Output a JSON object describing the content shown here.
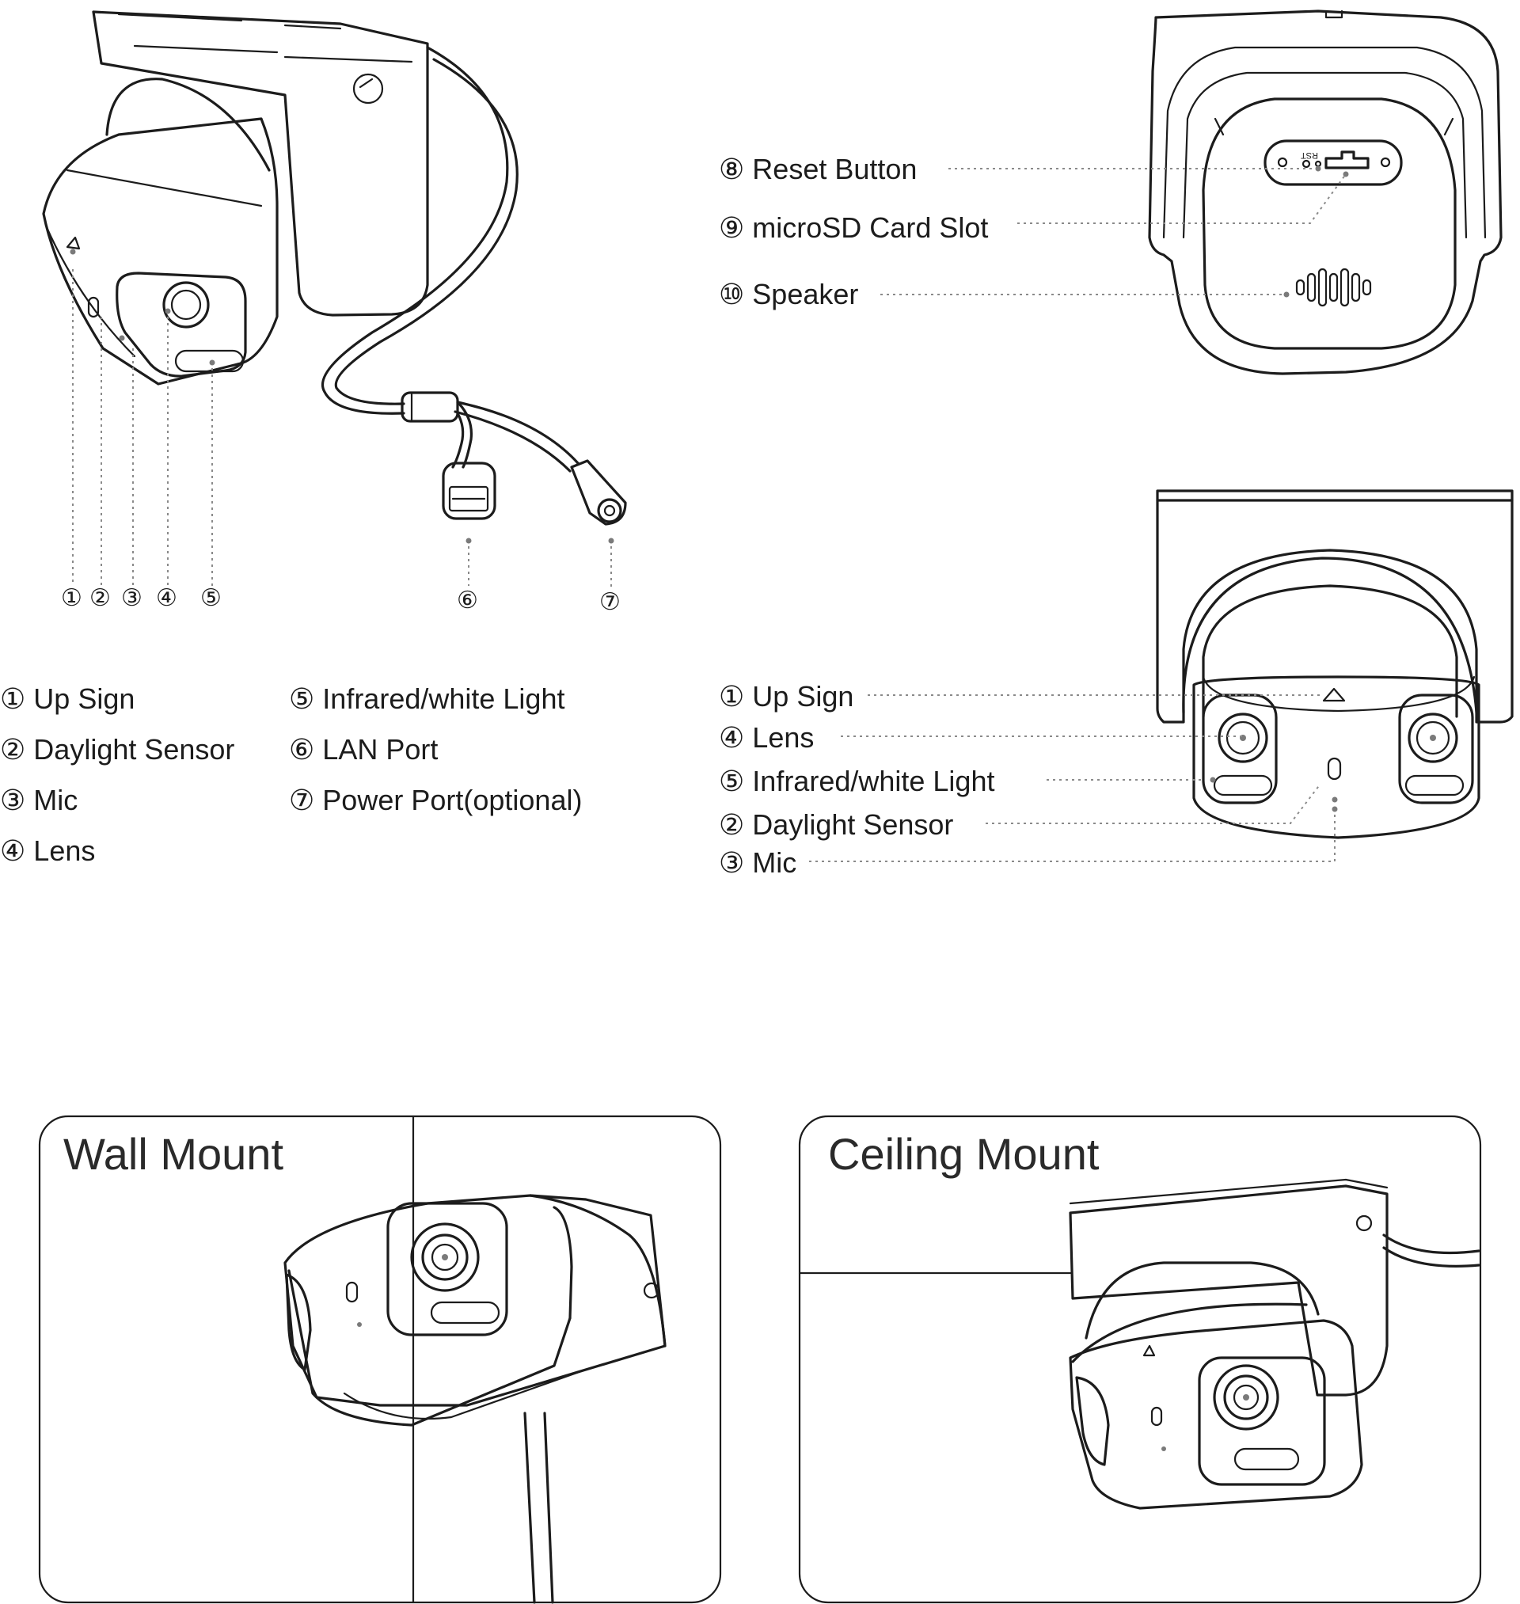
{
  "side_view": {
    "callout_numbers": [
      "①",
      "②",
      "③",
      "④",
      "⑤",
      "⑥",
      "⑦"
    ],
    "legend": [
      {
        "num": "①",
        "text": "Up Sign"
      },
      {
        "num": "②",
        "text": "Daylight Sensor"
      },
      {
        "num": "③",
        "text": "Mic"
      },
      {
        "num": "④",
        "text": "Lens"
      },
      {
        "num": "⑤",
        "text": "Infrared/white Light"
      },
      {
        "num": "⑥",
        "text": "LAN Port"
      },
      {
        "num": "⑦",
        "text": "Power Port(optional)"
      }
    ]
  },
  "bottom_view": {
    "labels": [
      {
        "num": "⑧",
        "text": "Reset Button"
      },
      {
        "num": "⑨",
        "text": "microSD Card Slot"
      },
      {
        "num": "⑩",
        "text": "Speaker"
      }
    ],
    "rst_text": "RST"
  },
  "front_view": {
    "labels": [
      {
        "num": "①",
        "text": "Up Sign"
      },
      {
        "num": "④",
        "text": "Lens"
      },
      {
        "num": "⑤",
        "text": "Infrared/white Light"
      },
      {
        "num": "②",
        "text": "Daylight Sensor"
      },
      {
        "num": "③",
        "text": "Mic"
      }
    ]
  },
  "mounts": {
    "wall_title": "Wall Mount",
    "ceiling_title": "Ceiling Mount"
  }
}
